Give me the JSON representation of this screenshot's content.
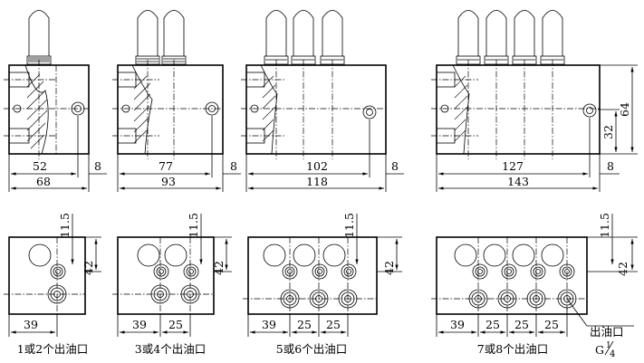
{
  "figures": [
    {
      "key": "f1",
      "length_inner": "52",
      "length_outer": "68",
      "right_offset": "8",
      "first_outlet_offset": "39",
      "outlet_pitches": [],
      "top_dim": "11.5",
      "height_dim": "42",
      "caption": "1或2个出油口"
    },
    {
      "key": "f2",
      "length_inner": "77",
      "length_outer": "93",
      "right_offset": "8",
      "first_outlet_offset": "39",
      "outlet_pitches": [
        "25"
      ],
      "top_dim": "11.5",
      "height_dim": "42",
      "caption": "3或4个出油口"
    },
    {
      "key": "f3",
      "length_inner": "102",
      "length_outer": "118",
      "right_offset": "8",
      "first_outlet_offset": "39",
      "outlet_pitches": [
        "25",
        "25"
      ],
      "top_dim": "11.5",
      "height_dim": "42",
      "caption": "5或6个出油口"
    },
    {
      "key": "f4",
      "length_inner": "127",
      "length_outer": "143",
      "right_offset": "8",
      "first_outlet_offset": "39",
      "outlet_pitches": [
        "25",
        "25",
        "25"
      ],
      "top_dim": "11.5",
      "height_dim": "42",
      "caption": "7或8个出油口"
    }
  ],
  "side_dims": {
    "height_total": "64",
    "height_half": "32"
  },
  "outlet_label": "出油口",
  "thread_prefix": "G",
  "thread_num": "1",
  "thread_den": "4"
}
